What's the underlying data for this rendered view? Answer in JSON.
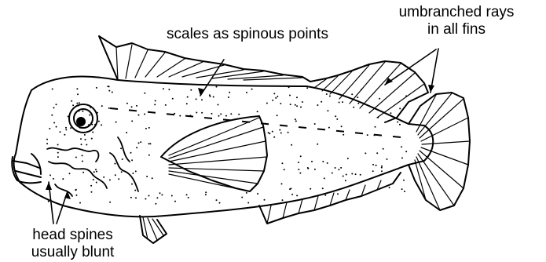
{
  "labels": {
    "scales": "scales as spinous points",
    "rays": [
      "umbranched rays",
      "in all fins"
    ],
    "spines": [
      "head spines",
      "usually blunt"
    ]
  },
  "colors": {
    "ink": "#000000",
    "background": "#ffffff"
  }
}
